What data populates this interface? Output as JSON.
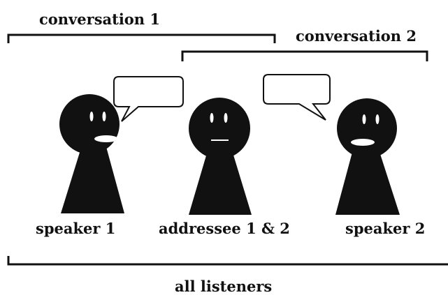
{
  "conversations": [
    {
      "label": "conversation 1"
    },
    {
      "label": "conversation 2"
    }
  ],
  "people": [
    {
      "id": "speaker-1",
      "label": "speaker 1",
      "role": "speaker",
      "facing": "right"
    },
    {
      "id": "addressee",
      "label": "addressee 1 & 2",
      "role": "addressee",
      "facing": "front"
    },
    {
      "id": "speaker-2",
      "label": "speaker 2",
      "role": "speaker",
      "facing": "right"
    }
  ],
  "group": {
    "label": "all listeners"
  },
  "colors": {
    "ink": "#111111",
    "bubble_fill": "#ffffff",
    "background": "#ffffff"
  }
}
